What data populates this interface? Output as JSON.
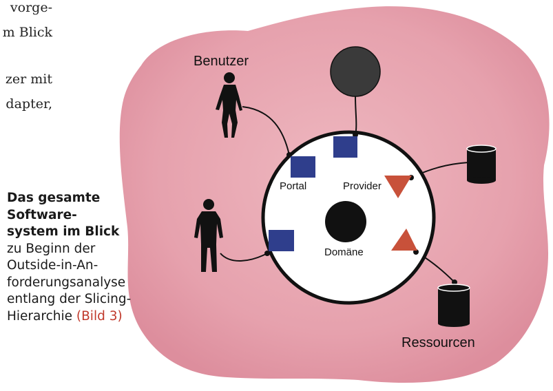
{
  "body_text": {
    "lines": [
      "vorge-",
      "m Blick",
      "",
      "zer mit",
      "dapter,"
    ]
  },
  "caption": {
    "bold_lines": [
      "Das gesamte",
      "Software-",
      "system im Blick"
    ],
    "lines": [
      "zu Beginn der",
      "Outside-in-An-",
      "forderungsanalyse",
      "entlang der Slicing-",
      "Hierarchie"
    ],
    "figure_ref": "(Bild 3)"
  },
  "diagram": {
    "labels": {
      "benutzer": "Benutzer",
      "portal": "Portal",
      "provider": "Provider",
      "domaene": "Domäne",
      "ressourcen": "Ressourcen"
    },
    "colors": {
      "cloud": "#e8a7b1",
      "port_blue": "#2f3e8c",
      "adapter_red": "#c8513a",
      "dark": "#111111",
      "grey_circle": "#3a3a3a",
      "ring": "#111111"
    }
  }
}
